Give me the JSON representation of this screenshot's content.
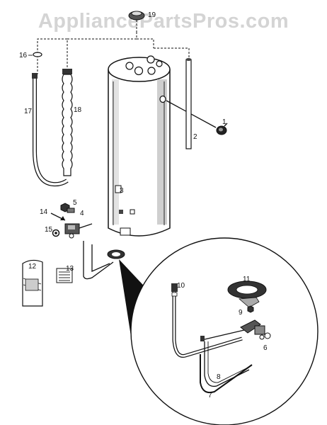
{
  "watermark": "AppliancePartsPros.com",
  "callouts": {
    "p1": "1",
    "p2": "2",
    "p3": "3",
    "p4": "4",
    "p5": "5",
    "p6": "6",
    "p7": "7",
    "p8": "8",
    "p9": "9",
    "p10": "10",
    "p11": "11",
    "p12": "12",
    "p13": "13",
    "p14": "14",
    "p15": "15",
    "p16": "16",
    "p17": "17",
    "p18": "18",
    "p19": "19"
  },
  "colors": {
    "ink": "#111111",
    "watermark": "#d4d4d4",
    "paper": "#ffffff"
  }
}
